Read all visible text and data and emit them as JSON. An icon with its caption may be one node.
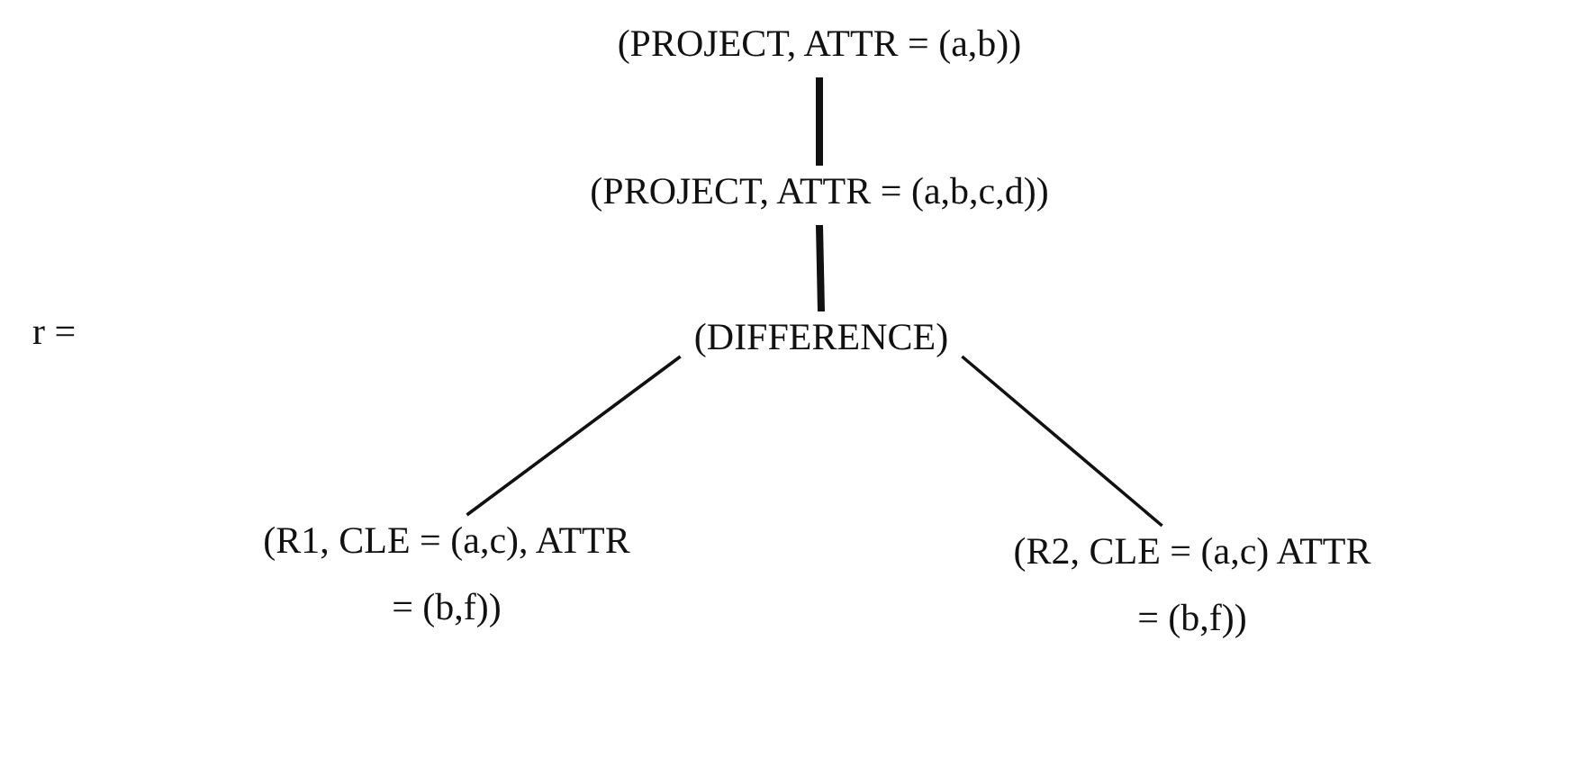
{
  "diagram": {
    "nodes": [
      {
        "text": [
          "(PROJECT, ATTR = (a,b))"
        ]
      },
      {
        "text": [
          "(PROJECT, ATTR = (a,b,c,d))"
        ]
      },
      {
        "text": [
          "(DIFFERENCE)"
        ]
      },
      {
        "text": [
          "(R1, CLE = (a,c), ATTR = (b,f))"
        ]
      },
      {
        "text": [
          "(R2, CLE = (a,c) ATTR = (b,f))"
        ]
      }
    ],
    "edges": [
      {
        "from": 0,
        "to": 1,
        "arrow": "none",
        "style": "thick"
      },
      {
        "from": 1,
        "to": 2,
        "arrow": "none",
        "style": "thick"
      },
      {
        "from": 2,
        "to": 3,
        "arrow": "none"
      },
      {
        "from": 2,
        "to": 4,
        "arrow": "none"
      }
    ],
    "labels": [
      "r ="
    ]
  }
}
